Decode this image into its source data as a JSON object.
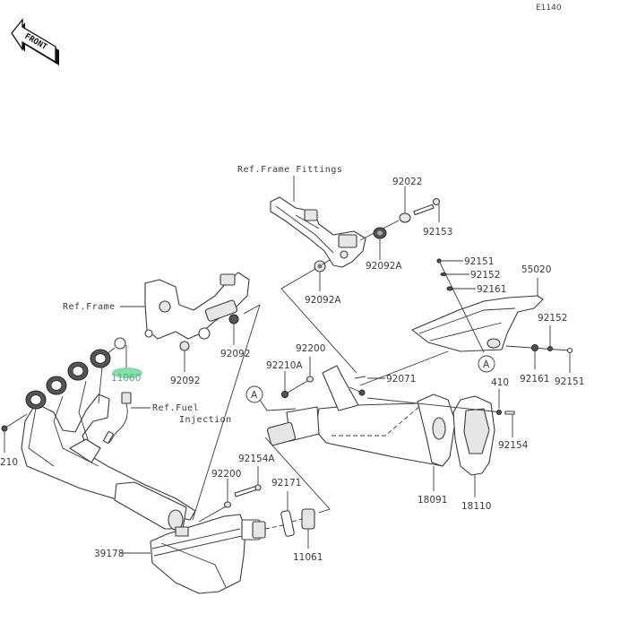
{
  "diagram": {
    "code": "E1140",
    "front_badge": "FRONT",
    "highlight_color": "#7fe0a8",
    "references": {
      "frame_fittings": "Ref.Frame Fittings",
      "frame": "Ref.Frame",
      "fuel_injection_line1": "Ref.Fuel",
      "fuel_injection_line2": "Injection"
    },
    "callout_letter": "A",
    "parts": {
      "p92022": "92022",
      "p92153": "92153",
      "p92092A_top": "92092A",
      "p92092A_mid": "92092A",
      "p92151_top": "92151",
      "p92152_top": "92152",
      "p92161_top": "92161",
      "p55020": "55020",
      "p92152_right": "92152",
      "p92161_right": "92161",
      "p92151_right": "92151",
      "p92092_right": "92092",
      "p92092_left": "92092",
      "p11060": "11060",
      "p92200_top": "92200",
      "p92210A": "92210A",
      "p92071": "92071",
      "p410": "410",
      "p92154": "92154",
      "p18091": "18091",
      "p18110": "18110",
      "p210": "210",
      "p92154A": "92154A",
      "p92200_low": "92200",
      "p92171": "92171",
      "p11061": "11061",
      "p39178": "39178"
    }
  }
}
